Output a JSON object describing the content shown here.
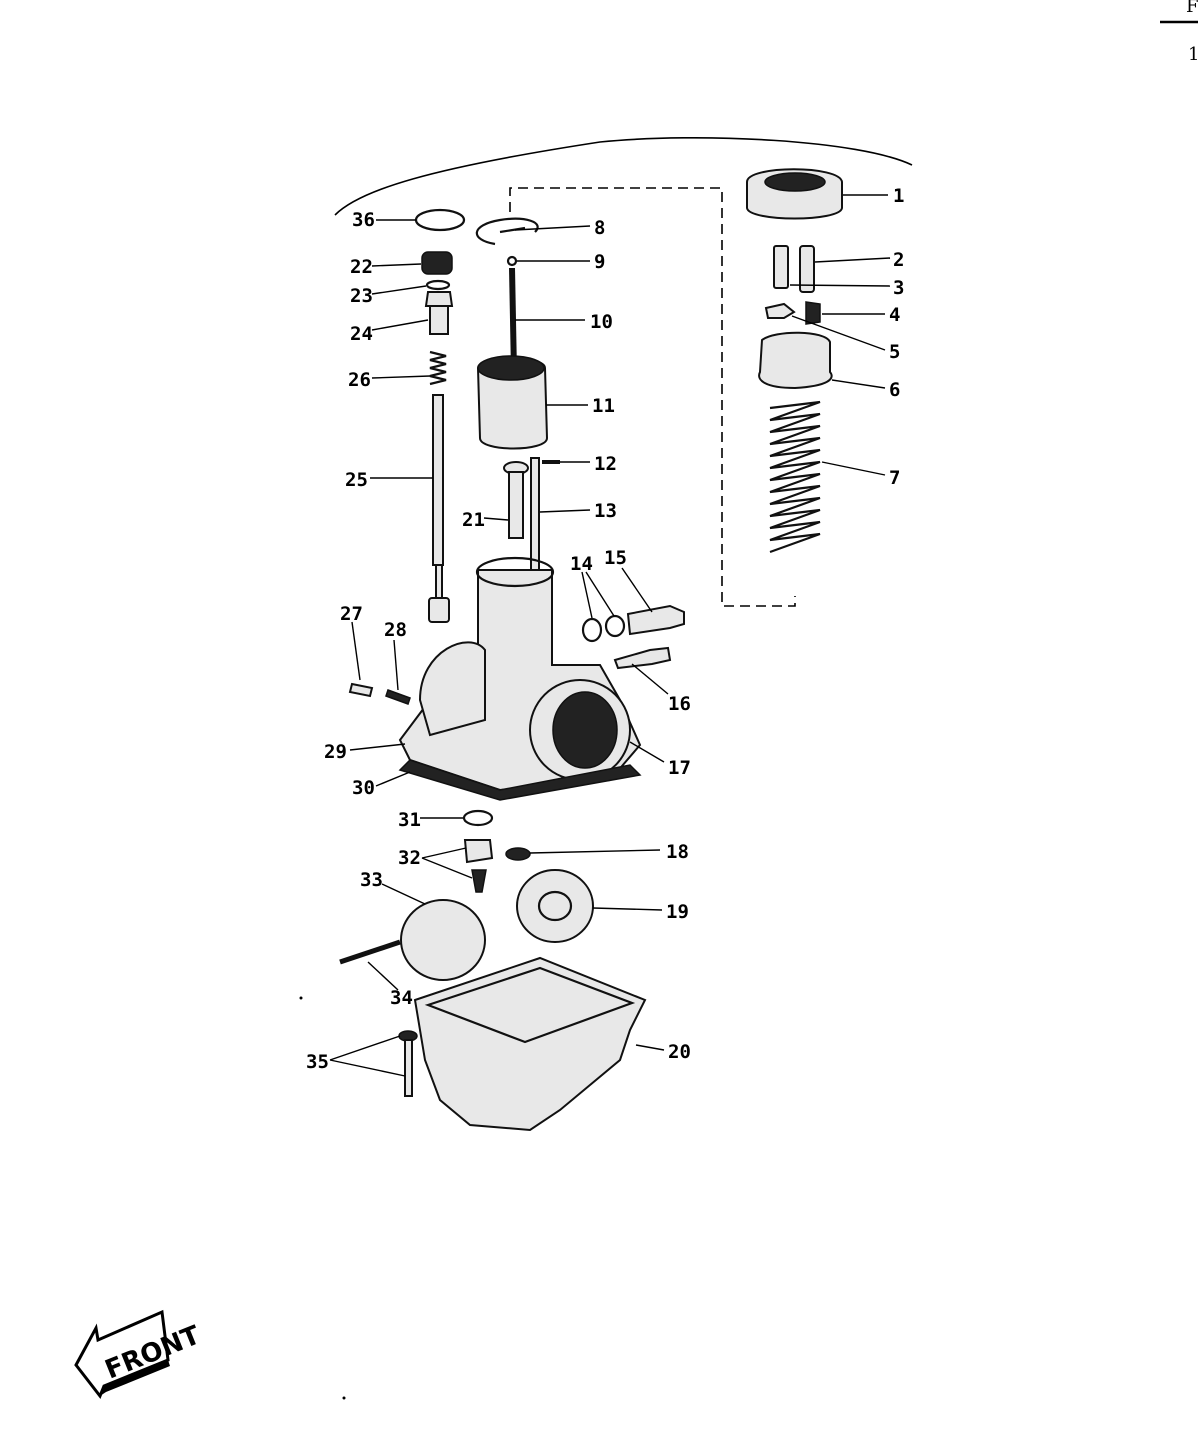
{
  "corner": {
    "top_mark": "F",
    "bottom_mark": "1"
  },
  "front_label": "FRONT",
  "callouts": [
    {
      "id": "1",
      "text": "1"
    },
    {
      "id": "2",
      "text": "2"
    },
    {
      "id": "3",
      "text": "3"
    },
    {
      "id": "4",
      "text": "4"
    },
    {
      "id": "5",
      "text": "5"
    },
    {
      "id": "6",
      "text": "6"
    },
    {
      "id": "7",
      "text": "7"
    },
    {
      "id": "8",
      "text": "8"
    },
    {
      "id": "9",
      "text": "9"
    },
    {
      "id": "10",
      "text": "10"
    },
    {
      "id": "11",
      "text": "11"
    },
    {
      "id": "12",
      "text": "12"
    },
    {
      "id": "13",
      "text": "13"
    },
    {
      "id": "14",
      "text": "14"
    },
    {
      "id": "15",
      "text": "15"
    },
    {
      "id": "16",
      "text": "16"
    },
    {
      "id": "17",
      "text": "17"
    },
    {
      "id": "18",
      "text": "18"
    },
    {
      "id": "19",
      "text": "19"
    },
    {
      "id": "20",
      "text": "20"
    },
    {
      "id": "21",
      "text": "21"
    },
    {
      "id": "22",
      "text": "22"
    },
    {
      "id": "23",
      "text": "23"
    },
    {
      "id": "24",
      "text": "24"
    },
    {
      "id": "25",
      "text": "25"
    },
    {
      "id": "26",
      "text": "26"
    },
    {
      "id": "27",
      "text": "27"
    },
    {
      "id": "28",
      "text": "28"
    },
    {
      "id": "29",
      "text": "29"
    },
    {
      "id": "30",
      "text": "30"
    },
    {
      "id": "31",
      "text": "31"
    },
    {
      "id": "32",
      "text": "32"
    },
    {
      "id": "33",
      "text": "33"
    },
    {
      "id": "34",
      "text": "34"
    },
    {
      "id": "35",
      "text": "35"
    },
    {
      "id": "36",
      "text": "36"
    }
  ]
}
